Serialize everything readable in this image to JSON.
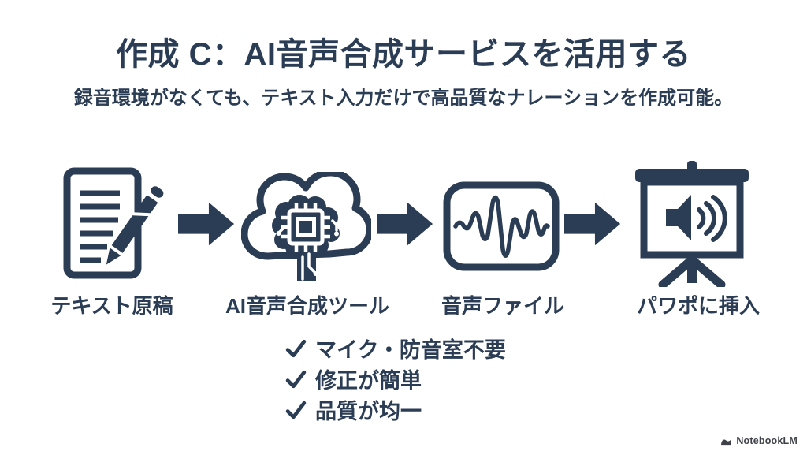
{
  "slide": {
    "title": "作成 C：AI音声合成サービスを活用する",
    "subtitle": "録音環境がなくても、テキスト入力だけで高品質なナレーションを作成可能。"
  },
  "flow": {
    "steps": [
      {
        "label": "テキスト原稿",
        "icon": "document-pen-icon"
      },
      {
        "label": "AI音声合成ツール",
        "icon": "ai-cloud-brain-chip-icon"
      },
      {
        "label": "音声ファイル",
        "icon": "audio-waveform-icon"
      },
      {
        "label": "パワポに挿入",
        "icon": "presentation-screen-speaker-icon"
      }
    ],
    "arrow_icon": "right-arrow-icon"
  },
  "benefits": {
    "check_icon": "checkmark-icon",
    "items": [
      {
        "label": "マイク・防音室不要"
      },
      {
        "label": "修正が簡単"
      },
      {
        "label": "品質が均一"
      }
    ]
  },
  "footer": {
    "brand": "NotebookLM",
    "logo_icon": "notebooklm-logo-icon"
  },
  "colors": {
    "primary": "#2b3c55",
    "background": "#ffffff",
    "footer_text": "#3f4349"
  }
}
